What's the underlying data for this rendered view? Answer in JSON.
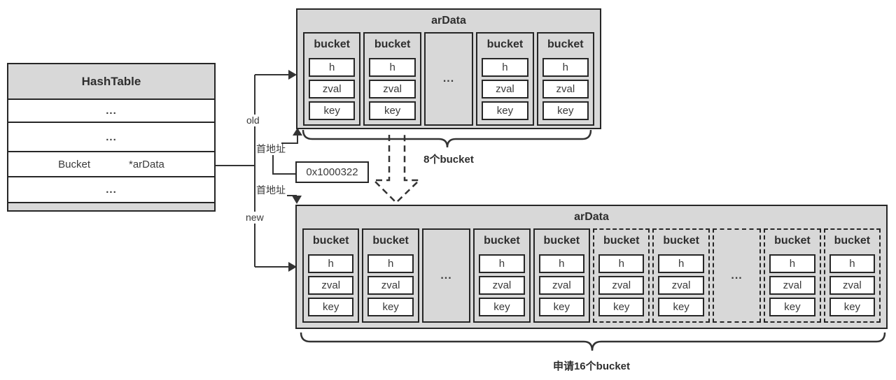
{
  "hashtable": {
    "title": "HashTable",
    "row_ellipsis1": "...",
    "row_ellipsis2": "...",
    "pointer_row": {
      "type": "Bucket",
      "name": "*arData"
    },
    "row_ellipsis3": "..."
  },
  "bucket_cell": {
    "header": "bucket",
    "fields": [
      "h",
      "zval",
      "key"
    ],
    "gap_ellipsis": "..."
  },
  "old_array": {
    "title": "arData",
    "cells": [
      "bucket",
      "bucket",
      "gap",
      "bucket",
      "bucket"
    ],
    "brace_label": "8个bucket"
  },
  "new_array": {
    "title": "arData",
    "cells": [
      "bucket",
      "bucket",
      "gap",
      "bucket",
      "bucket",
      "bucket-dashed",
      "bucket-dashed",
      "gap-dashed",
      "bucket-dashed",
      "bucket-dashed"
    ],
    "brace_label": "申请16个bucket"
  },
  "pointers": {
    "old_label": "old",
    "new_label": "new",
    "address_label_old": "首地址",
    "address_label_new": "首地址",
    "address_value": "0x1000322"
  },
  "colors": {
    "fill_gray": "#d8d8d8",
    "border_dark": "#262626",
    "line_dark": "#333333"
  }
}
